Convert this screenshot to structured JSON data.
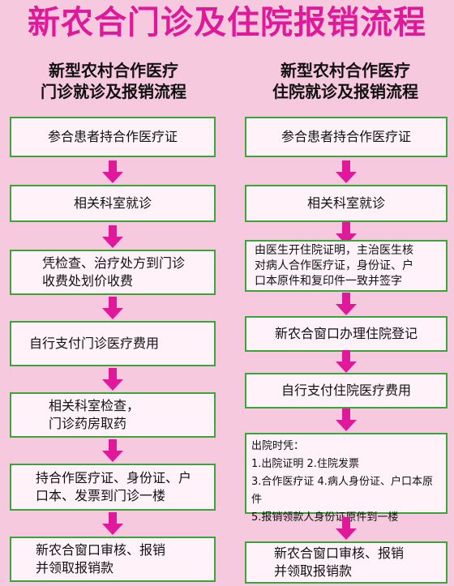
{
  "title": "新农合门诊及住院报销流程",
  "left": {
    "heading_line1": "新型农村合作医疗",
    "heading_line2": "门诊就诊及报销流程",
    "steps": [
      {
        "lines": [
          "参合患者持合作医疗证"
        ]
      },
      {
        "lines": [
          "相关科室就诊"
        ]
      },
      {
        "lines": [
          "凭检查、治疗处方到门诊",
          "收费处划价收费"
        ]
      },
      {
        "lines": [
          "自行支付门诊医疗费用"
        ]
      },
      {
        "lines": [
          "相关科室检查，",
          "门诊药房取药"
        ]
      },
      {
        "lines": [
          "持合作医疗证、身份证、户",
          "口本、发票到门诊一楼"
        ]
      },
      {
        "lines": [
          "新农合窗口审核、报销",
          "并领取报销款"
        ]
      }
    ]
  },
  "right": {
    "heading_line1": "新型农村合作医疗",
    "heading_line2": "住院就诊及报销流程",
    "steps": [
      {
        "lines": [
          "参合患者持合作医疗证"
        ]
      },
      {
        "lines": [
          "相关科室就诊"
        ]
      },
      {
        "lines": [
          "由医生开住院证明，主治医生核",
          "对病人合作医疗证，身份证、户",
          "口本原件和复印件一致并签字"
        ]
      },
      {
        "lines": [
          "新农合窗口办理住院登记"
        ]
      },
      {
        "lines": [
          "自行支付住院医疗费用"
        ]
      },
      {
        "lines": [
          "出院时凭：",
          "1.出院证明   2.住院发票",
          "3.合作医疗证 4.病人身份证、户口本原件",
          "5.报销领款人身份证原件到一楼"
        ]
      },
      {
        "lines": [
          "新农合窗口审核、报销",
          "并领取报销款"
        ]
      }
    ]
  },
  "colors": {
    "background": "#f7c9de",
    "title": "#e0189a",
    "arrow": "#e0189a",
    "box_border": "#3aa63a",
    "box_fill": "#fff2f8"
  }
}
